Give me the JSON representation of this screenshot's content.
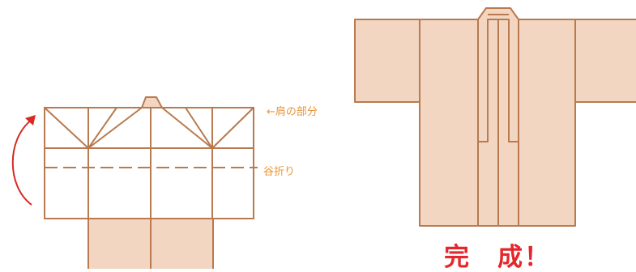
{
  "labels": {
    "shoulder": "←肩の部分",
    "valley_fold": "谷折り",
    "complete": "完　成！"
  },
  "colors": {
    "line": "#b87a4e",
    "fill": "#f2d6c2",
    "arrow": "#d62a24",
    "label_text": "#e8963c",
    "complete_text": "#e5262a",
    "background": "#ffffff"
  }
}
